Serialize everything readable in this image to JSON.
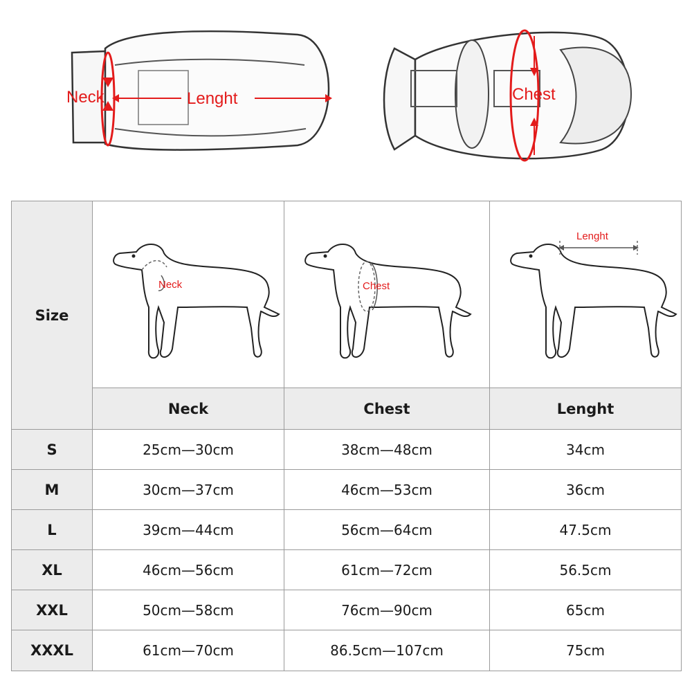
{
  "garment": {
    "neck_label": "Neck",
    "length_label": "Lenght",
    "chest_label": "Chest"
  },
  "table": {
    "size_header": "Size",
    "columns": [
      "Neck",
      "Chest",
      "Lenght"
    ],
    "figure_labels": {
      "neck": "Neck",
      "chest": "Chest",
      "length": "Lenght"
    },
    "rows": [
      {
        "size": "S",
        "neck": "25cm—30cm",
        "chest": "38cm—48cm",
        "length": "34cm"
      },
      {
        "size": "M",
        "neck": "30cm—37cm",
        "chest": "46cm—53cm",
        "length": "36cm"
      },
      {
        "size": "L",
        "neck": "39cm—44cm",
        "chest": "56cm—64cm",
        "length": "47.5cm"
      },
      {
        "size": "XL",
        "neck": "46cm—56cm",
        "chest": "61cm—72cm",
        "length": "56.5cm"
      },
      {
        "size": "XXL",
        "neck": "50cm—58cm",
        "chest": "76cm—90cm",
        "length": "65cm"
      },
      {
        "size": "XXXL",
        "neck": "61cm—70cm",
        "chest": "86.5cm—107cm",
        "length": "75cm"
      }
    ]
  },
  "colors": {
    "accent": "#e31b1b",
    "header_bg": "#ececec",
    "border": "#9a9a9a",
    "measure_gray": "#555555"
  }
}
